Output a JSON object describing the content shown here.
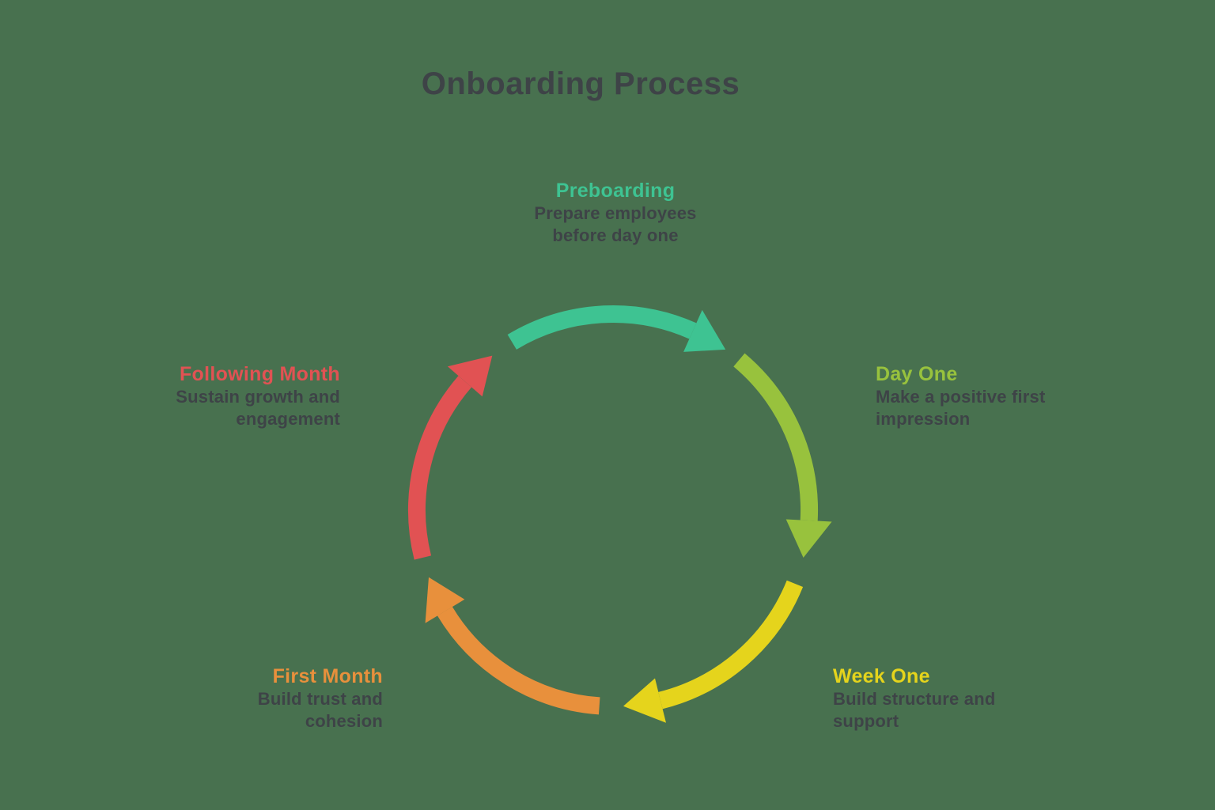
{
  "title": "Onboarding Process",
  "colors": {
    "background": "#48714f",
    "heading_text": "#3e4347",
    "description_text": "#3e4347"
  },
  "steps": [
    {
      "label": "Preboarding",
      "description": "Prepare employees before day one",
      "description_lines": [
        "Prepare employees",
        "before day one"
      ],
      "color": "#3ec392"
    },
    {
      "label": "Day One",
      "description": "Make a positive first impression",
      "description_lines": [
        "Make a positive first",
        "impression"
      ],
      "color": "#98c23d"
    },
    {
      "label": "Week One",
      "description": "Build structure and support",
      "description_lines": [
        "Build structure and",
        "support"
      ],
      "color": "#e5d41c"
    },
    {
      "label": "First Month",
      "description": "Build trust and cohesion",
      "description_lines": [
        "Build trust and",
        "cohesion"
      ],
      "color": "#e8903c"
    },
    {
      "label": "Following Month",
      "description": "Sustain growth and engagement",
      "description_lines": [
        "Sustain growth and",
        "engagement"
      ],
      "color": "#e15253"
    }
  ]
}
